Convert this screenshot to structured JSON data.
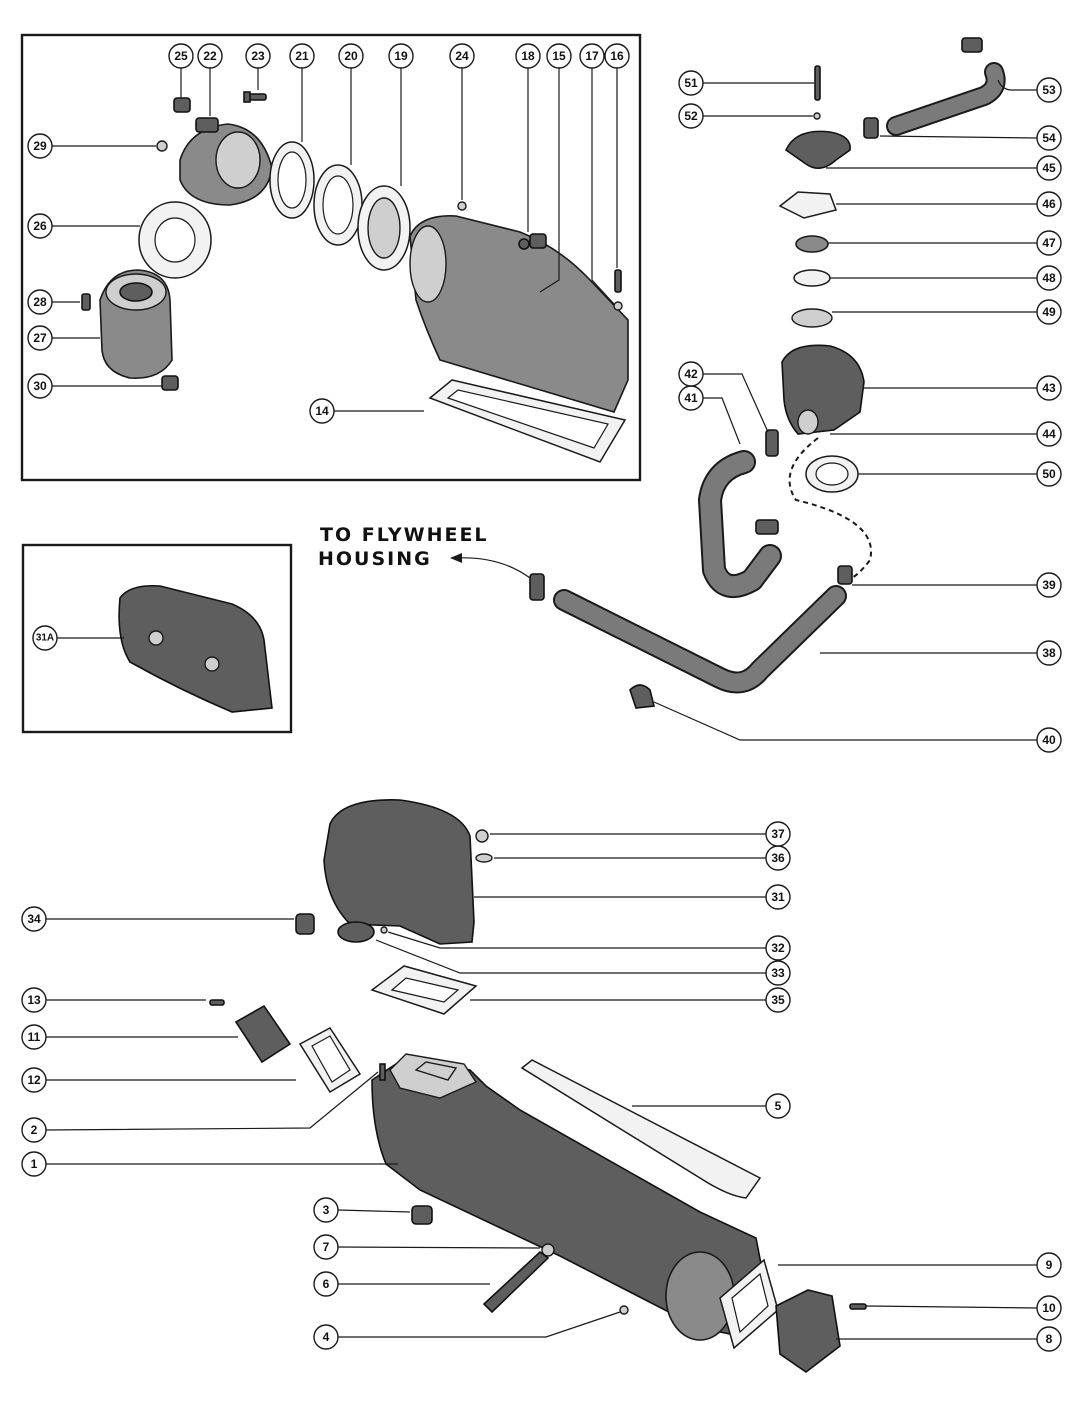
{
  "annotation": {
    "line1": "TO FLYWHEEL",
    "line2": "HOUSING"
  },
  "callouts": [
    "1",
    "2",
    "3",
    "4",
    "5",
    "6",
    "7",
    "8",
    "9",
    "10",
    "11",
    "12",
    "13",
    "14",
    "15",
    "16",
    "17",
    "18",
    "19",
    "20",
    "21",
    "22",
    "23",
    "24",
    "25",
    "26",
    "27",
    "28",
    "29",
    "30",
    "31",
    "31A",
    "32",
    "33",
    "34",
    "35",
    "36",
    "37",
    "38",
    "39",
    "40",
    "41",
    "42",
    "43",
    "44",
    "45",
    "46",
    "47",
    "48",
    "49",
    "50",
    "51",
    "52",
    "53",
    "54"
  ]
}
